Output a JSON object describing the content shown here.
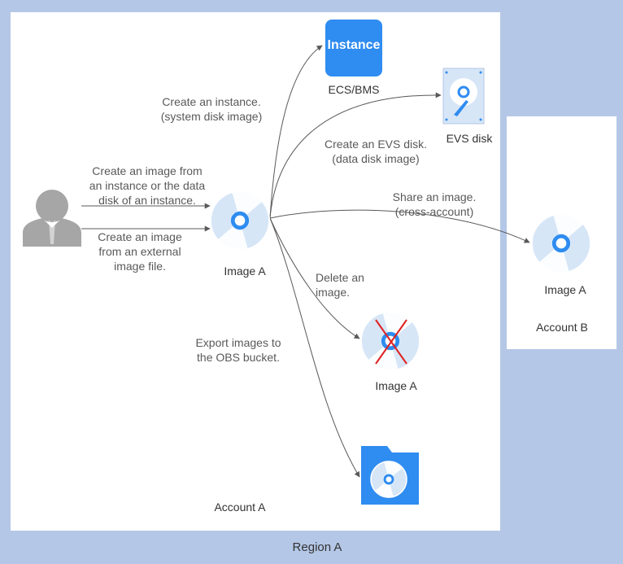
{
  "region_label": "Region A",
  "account_a_label": "Account A",
  "account_b_label": "Account B",
  "instance_icon_text": "Instance",
  "ecs_label": "ECS/BMS",
  "evs_label": "EVS disk",
  "image_a_label": "Image A",
  "edges": {
    "create_from_instance": "Create an image from\nan instance or the data\ndisk of an instance.",
    "create_from_external": "Create an image\nfrom an external\nimage file.",
    "create_instance": "Create an instance.\n(system disk image)",
    "create_evs": "Create an EVS disk.\n(data disk image)",
    "share_image": "Share an image.\n(cross-account)",
    "delete_image": "Delete an\nimage.",
    "export_images": "Export images to\nthe OBS bucket."
  },
  "icons": {
    "user": "user-icon",
    "image": "image-disc-icon",
    "instance": "instance-icon",
    "evs": "evs-disk-icon",
    "deleted": "deleted-image-icon",
    "obs": "obs-bucket-icon"
  },
  "colors": {
    "background": "#b4c7e7",
    "accent_blue": "#2f8cf0",
    "disc_light": "#d6e6f7",
    "delete_red": "#e02020",
    "user_gray": "#a6a6a6"
  }
}
